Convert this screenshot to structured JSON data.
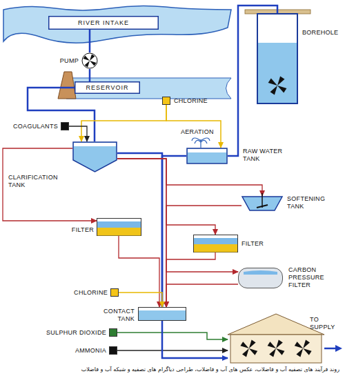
{
  "diagram": {
    "caption": "روند فرآیند های تصفیه آب و فاضلاب، عکس های آب و فاضلاب، طراحی دیاگرام های تصفیه و شبکه آب و فاضلاب",
    "nodes": [
      {
        "text": [
          "RIVER INTAKE"
        ]
      },
      {
        "text": [
          "PUMP"
        ]
      },
      {
        "text": [
          "RESERVOIR"
        ]
      },
      {
        "text": [
          "BOREHOLE"
        ]
      },
      {
        "text": [
          "CHLORINE"
        ]
      },
      {
        "text": [
          "COAGULANTS"
        ]
      },
      {
        "text": [
          "AERATION",
          "RAW WATER TANK"
        ]
      },
      {
        "text": [
          "CLARIFICATION TANK"
        ]
      },
      {
        "text": [
          "SOFTENING TANK"
        ]
      },
      {
        "text": [
          "FILTER"
        ]
      },
      {
        "text": [
          "FILTER"
        ]
      },
      {
        "text": [
          "CARBON PRESSURE FILTER"
        ]
      },
      {
        "text": [
          "CHLORINE"
        ]
      },
      {
        "text": [
          "CONTACT TANK"
        ]
      },
      {
        "text": [
          "SULPHUR DIOXIDE"
        ]
      },
      {
        "text": [
          "AMMONIA"
        ]
      },
      {
        "text": [
          "TO SUPPLY"
        ]
      }
    ],
    "edges": [
      {
        "from": 0,
        "to": 1,
        "arrow": "none"
      },
      {
        "from": 1,
        "to": 2,
        "arrow": "none"
      },
      {
        "from": 2,
        "to": 7,
        "arrow": "none"
      },
      {
        "from": 3,
        "to": 6,
        "arrow": "none"
      },
      {
        "from": 4,
        "to": 7,
        "arrow": "to"
      },
      {
        "from": 4,
        "to": 6,
        "arrow": "to"
      },
      {
        "from": 5,
        "to": 7,
        "arrow": "to"
      },
      {
        "from": 6,
        "to": 13,
        "arrow": "to"
      },
      {
        "from": 7,
        "to": 13,
        "arrow": "to"
      },
      {
        "from": 7,
        "to": 9,
        "arrow": "to"
      },
      {
        "from": 9,
        "to": 13,
        "arrow": "to"
      },
      {
        "from": 7,
        "to": 8,
        "arrow": "to"
      },
      {
        "from": 8,
        "to": 13,
        "arrow": "to"
      },
      {
        "from": 7,
        "to": 10,
        "arrow": "to"
      },
      {
        "from": 10,
        "to": 13,
        "arrow": "to"
      },
      {
        "from": 7,
        "to": 11,
        "arrow": "to"
      },
      {
        "from": 11,
        "to": 13,
        "arrow": "to"
      },
      {
        "from": 12,
        "to": 13,
        "arrow": "to"
      },
      {
        "from": 14,
        "to": 16,
        "arrow": "to"
      },
      {
        "from": 15,
        "to": 16,
        "arrow": "to"
      },
      {
        "from": 13,
        "to": 16,
        "arrow": "to"
      }
    ]
  }
}
